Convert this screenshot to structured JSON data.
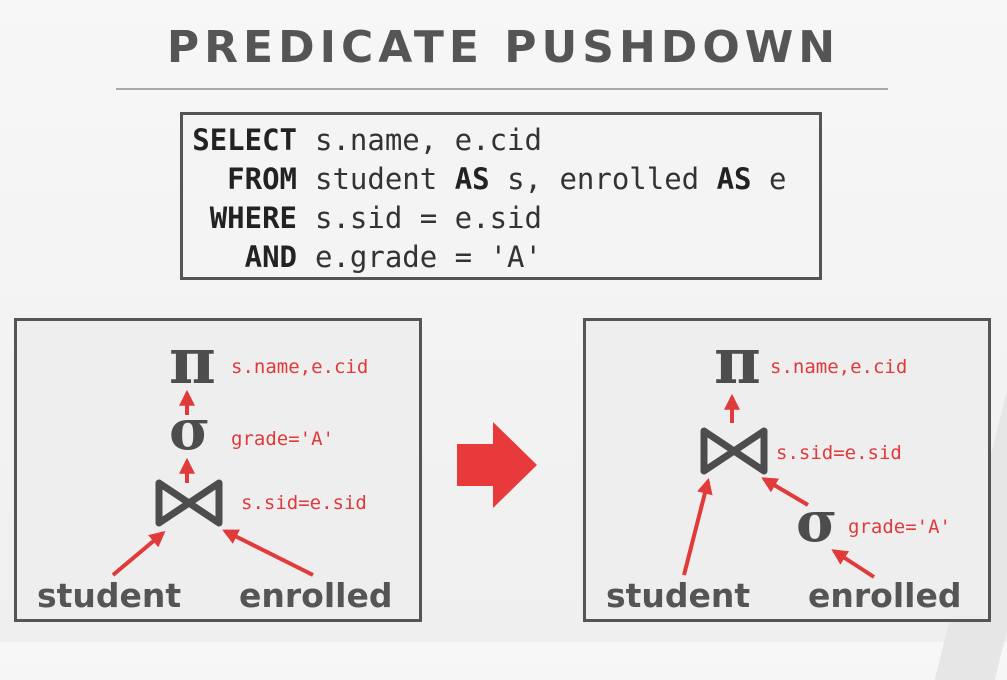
{
  "title": "PREDICATE PUSHDOWN",
  "sql": {
    "lines": [
      {
        "kw": "SELECT",
        "parts": [
          {
            "t": "s.name, e.cid",
            "b": false
          }
        ]
      },
      {
        "kw": "FROM",
        "parts": [
          {
            "t": "student ",
            "b": false
          },
          {
            "t": "AS",
            "b": true
          },
          {
            "t": " s, enrolled ",
            "b": false
          },
          {
            "t": "AS",
            "b": true
          },
          {
            "t": " e",
            "b": false
          }
        ]
      },
      {
        "kw": "WHERE",
        "parts": [
          {
            "t": "s.sid = e.sid",
            "b": false
          }
        ]
      },
      {
        "kw": "AND",
        "parts": [
          {
            "t": "e.grade = 'A'",
            "b": false
          }
        ]
      }
    ]
  },
  "left_tree": {
    "projection": {
      "symbol": "π",
      "label": "s.name,e.cid"
    },
    "selection": {
      "symbol": "σ",
      "label": "grade='A'"
    },
    "join": {
      "symbol": "⋈",
      "label": "s.sid=e.sid"
    },
    "left_relation": "student",
    "right_relation": "enrolled"
  },
  "right_tree": {
    "projection": {
      "symbol": "π",
      "label": "s.name,e.cid"
    },
    "join": {
      "symbol": "⋈",
      "label": "s.sid=e.sid"
    },
    "selection": {
      "symbol": "σ",
      "label": "grade='A'"
    },
    "left_relation": "student",
    "right_relation": "enrolled"
  },
  "colors": {
    "accent": "#e03a3a",
    "dark": "#555555"
  }
}
